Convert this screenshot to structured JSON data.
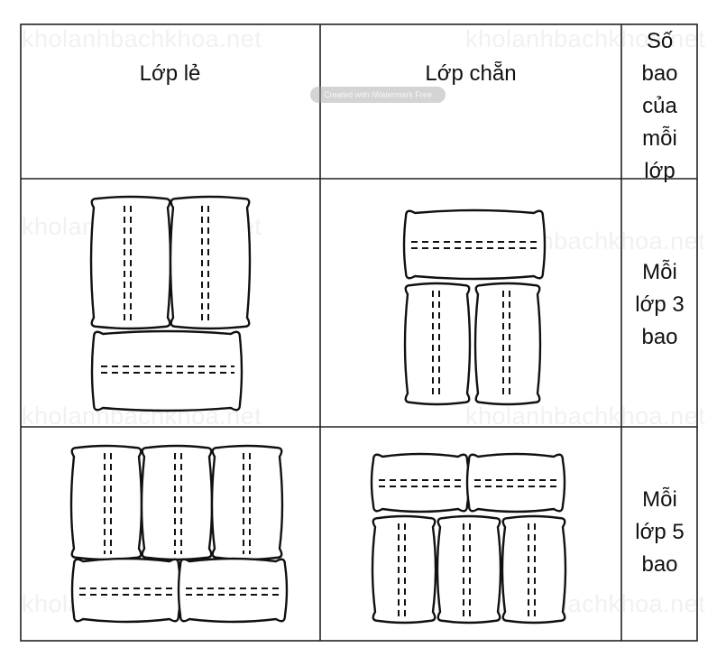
{
  "table": {
    "headers": [
      "Lớp lẻ",
      "Lớp chẵn",
      "Số\nbao\ncủa\nmỗi\nlớp"
    ],
    "rows": [
      {
        "bags_per_layer_label": "Mỗi\nlớp 3\nbao"
      },
      {
        "bags_per_layer_label": "Mỗi\nlớp 5\nbao"
      }
    ]
  },
  "watermark": {
    "text": "kholanhbachkhoa.net",
    "overlay_text": "Created with iWatermark Free"
  }
}
